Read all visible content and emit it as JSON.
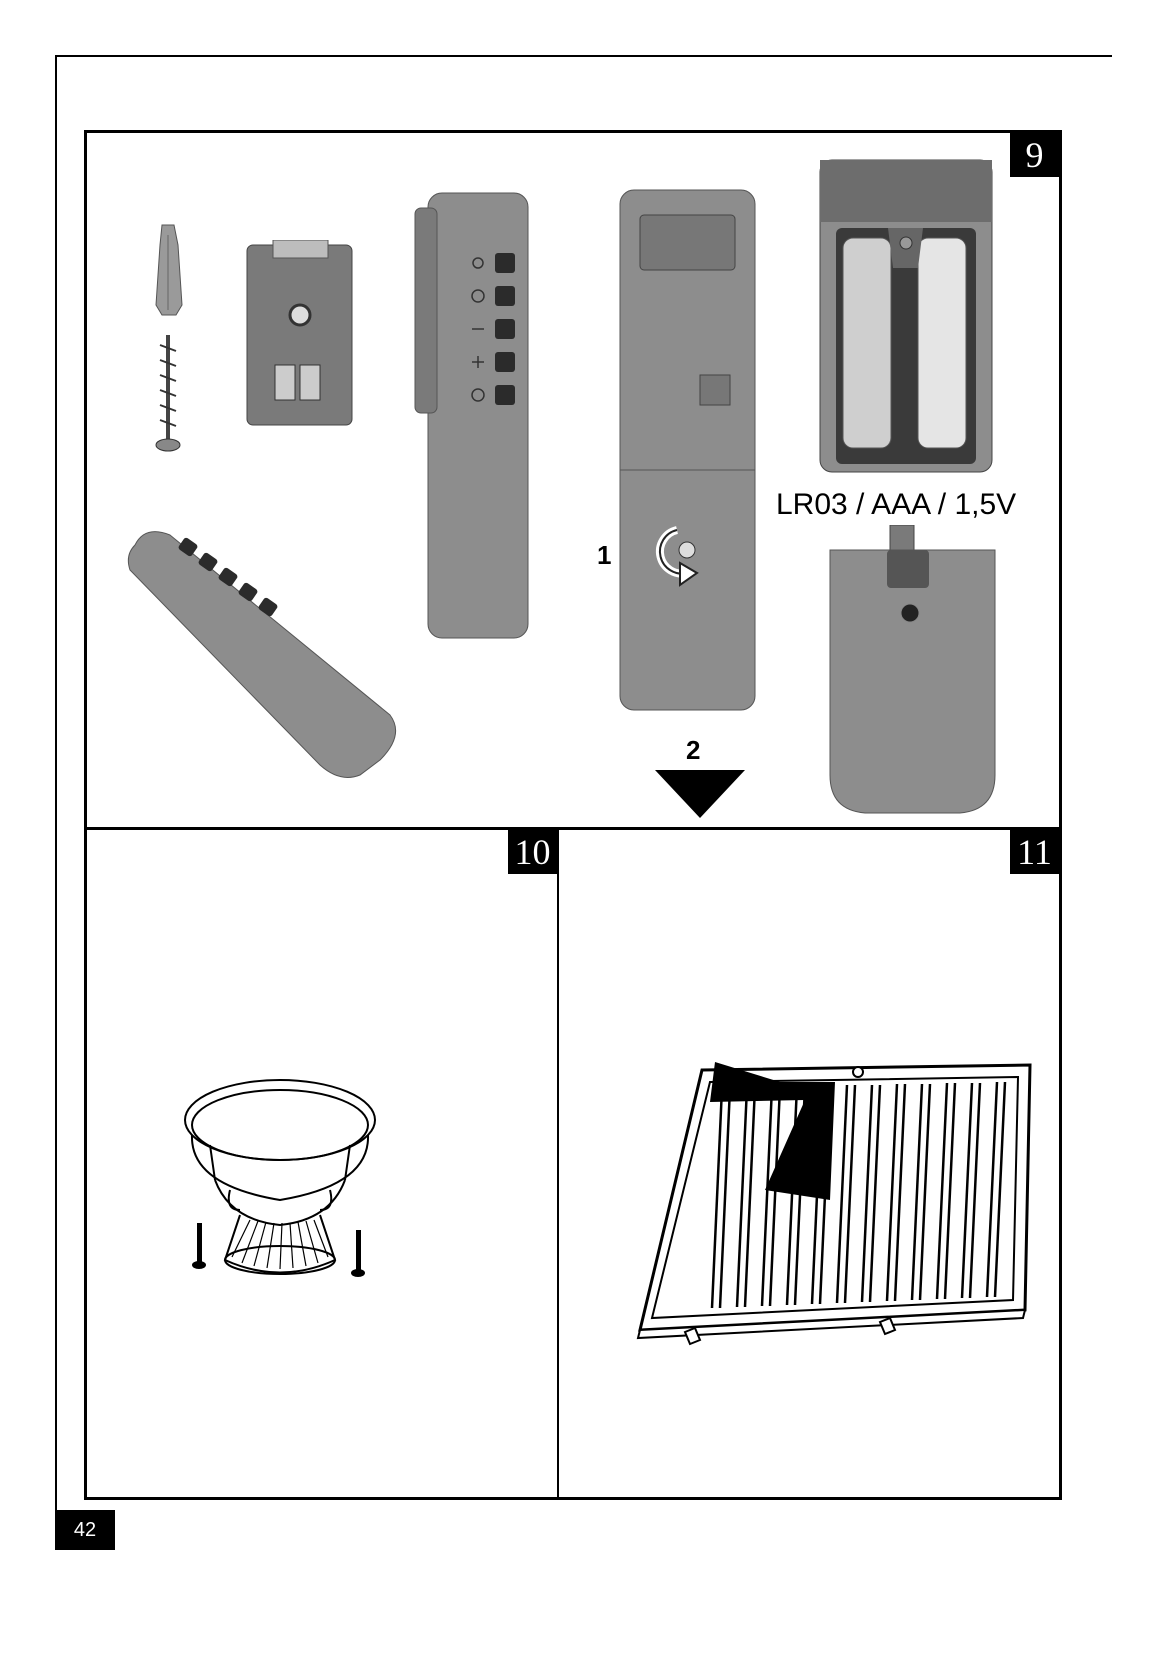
{
  "figures": {
    "fig9": {
      "number": "9",
      "battery_label": "LR03 / AAA / 1,5V",
      "step1": "1",
      "step2": "2"
    },
    "fig10": {
      "number": "10"
    },
    "fig11": {
      "number": "11"
    }
  },
  "page_number": "42",
  "colors": {
    "device_gray": "#8d8d8d",
    "dark_gray": "#4a4a4a"
  }
}
